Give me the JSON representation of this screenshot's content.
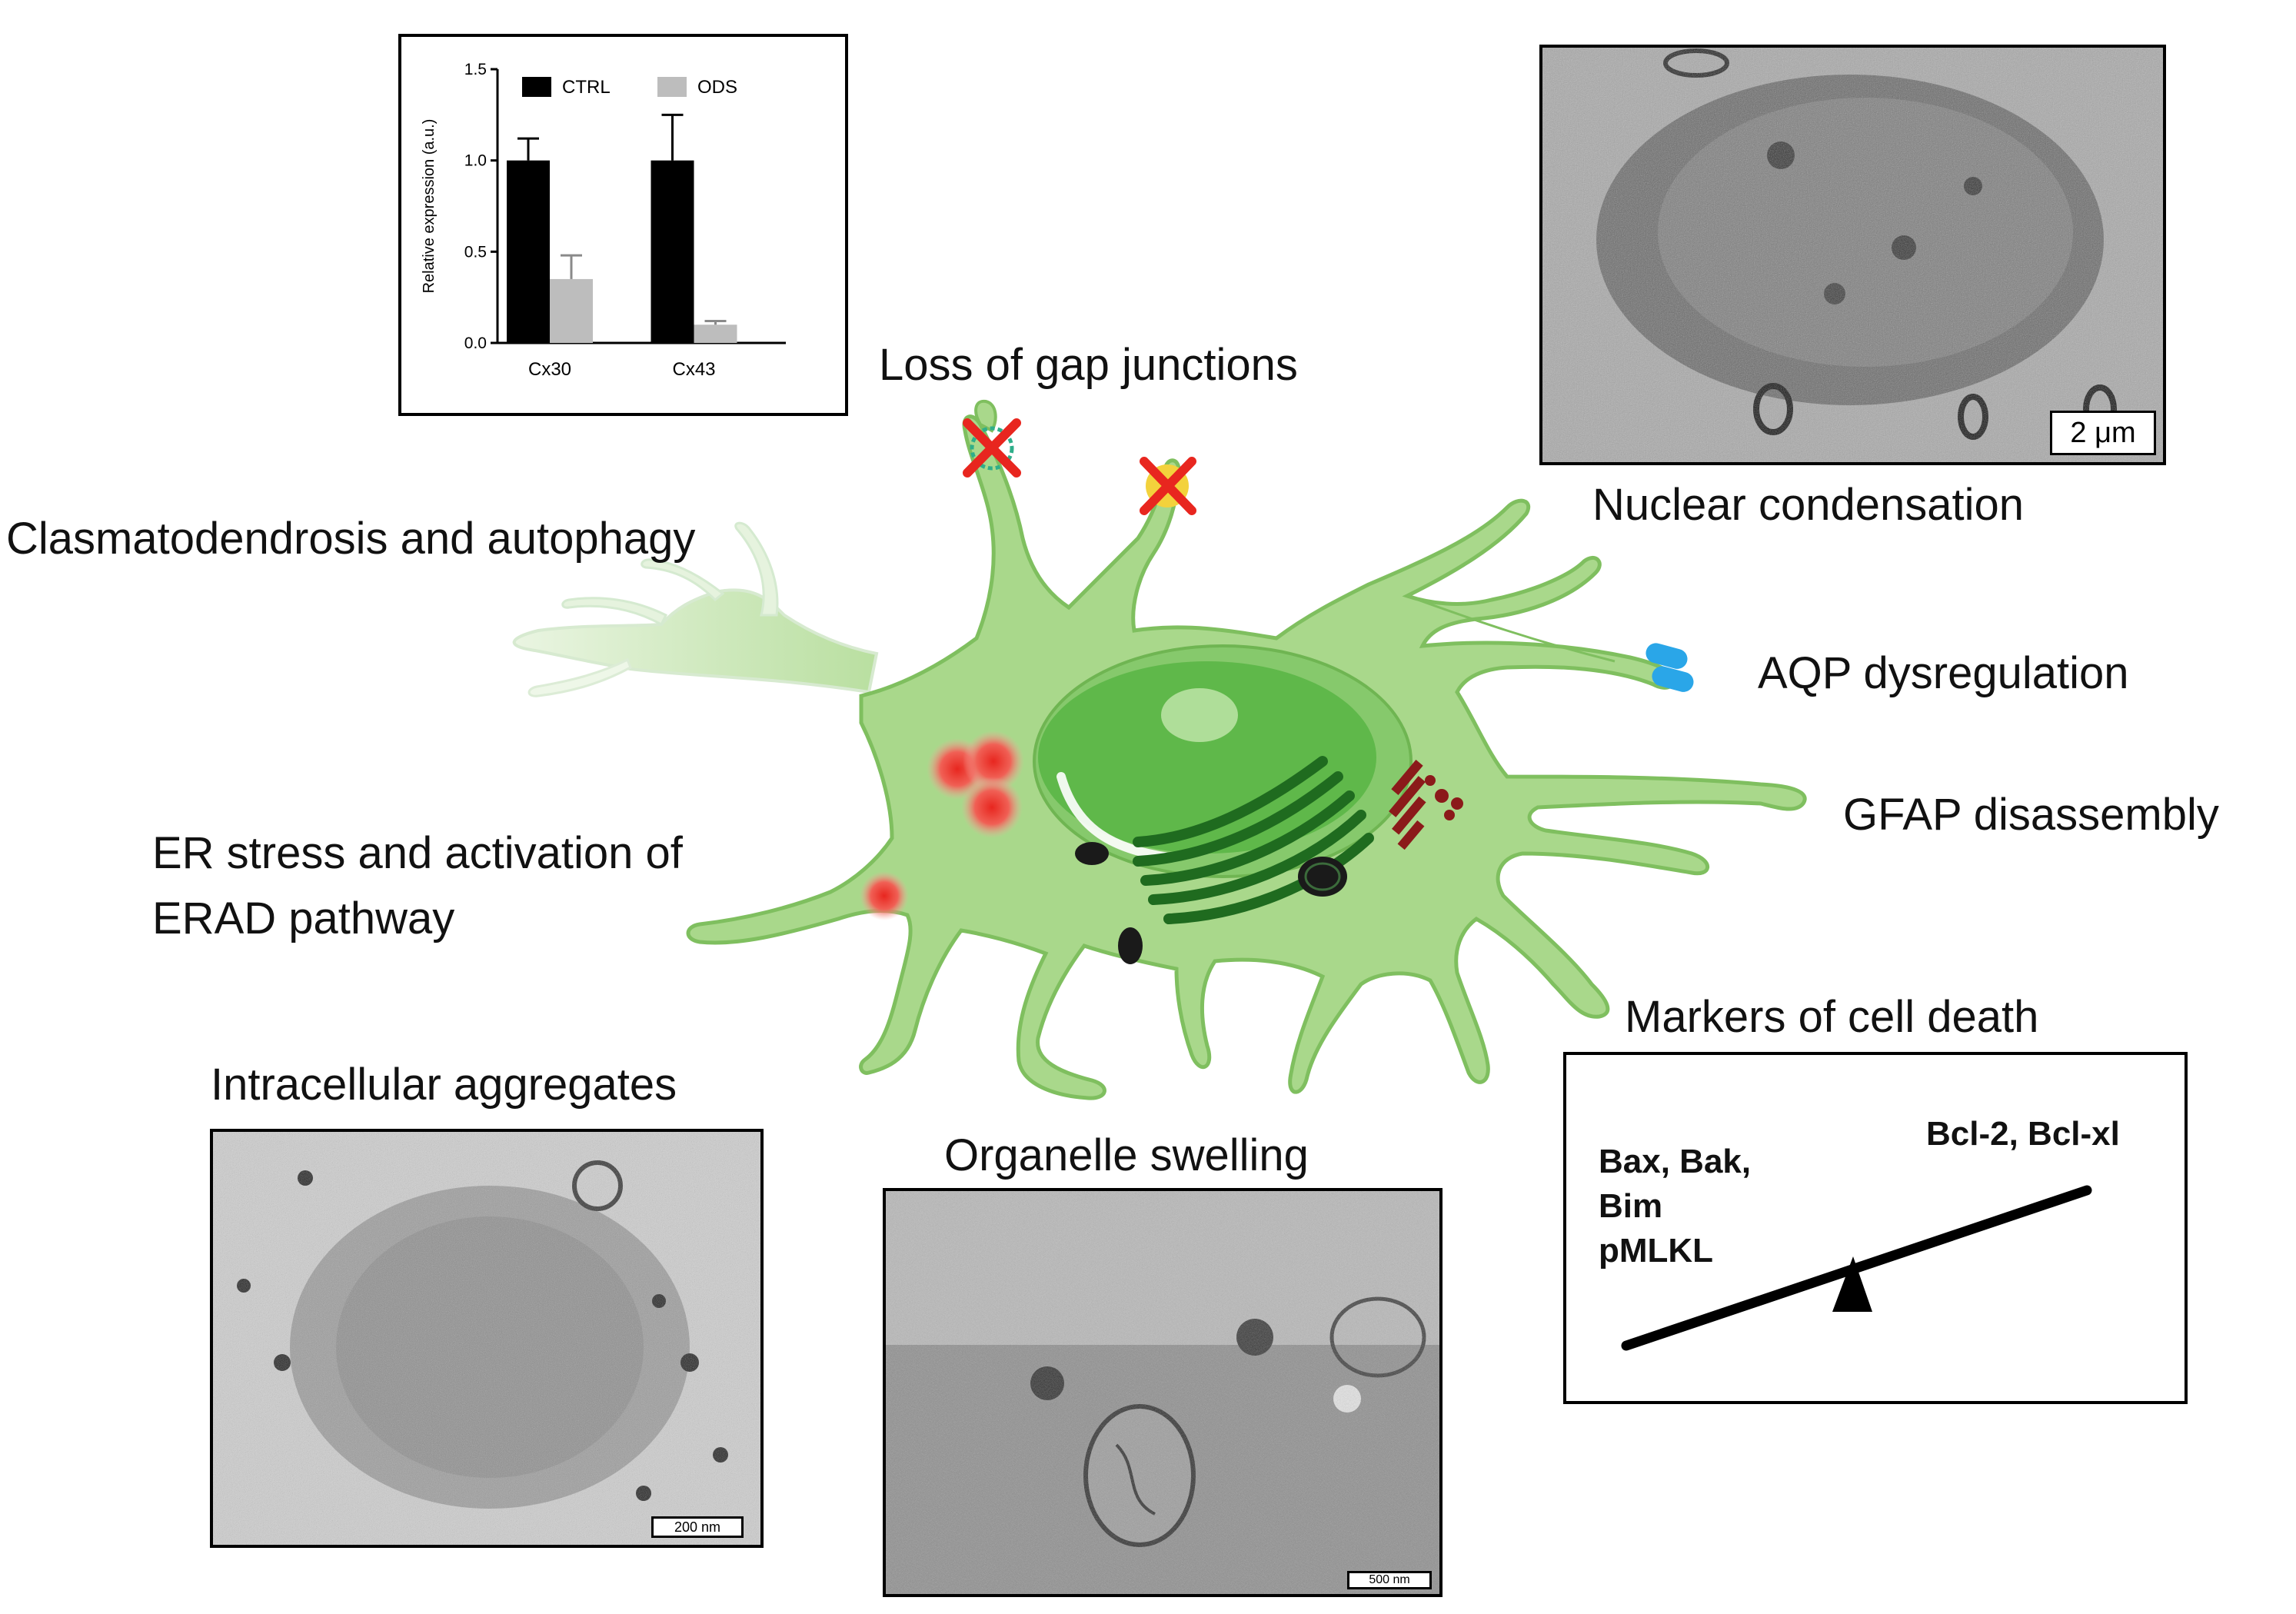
{
  "colors": {
    "cell_fill": "#a9d88b",
    "cell_stroke": "#7fbf5f",
    "nucleus": "#5fb84a",
    "golgi": "#1f6b1f",
    "er_red": "#e8261f",
    "mito_dark": "#1a1a1a",
    "gfap": "#8b1a1a",
    "aqp": "#2aa6e8",
    "bar_ctrl": "#000000",
    "bar_ods": "#bdbdbd"
  },
  "labels": {
    "gap_junctions": "Loss of gap junctions",
    "clasmatodendrosis": "Clasmatodendrosis and autophagy",
    "nuclear": "Nuclear condensation",
    "aqp": "AQP dysregulation",
    "gfap": "GFAP disassembly",
    "er_stress_line1": "ER stress and activation of",
    "er_stress_line2": "ERAD pathway",
    "markers": "Markers of cell death",
    "aggregates": "Intracellular aggregates",
    "swelling": "Organelle swelling"
  },
  "micrographs": {
    "nuclear_scale": "2 μm",
    "aggregates_scale": "200 nm",
    "swelling_scale": "500 nm"
  },
  "balance": {
    "left_lines": [
      "Bax, Bak,",
      "Bim",
      "pMLKL"
    ],
    "right_text": "Bcl-2, Bcl-xl"
  },
  "icons": {
    "gap_junction_x": "red-x-icon",
    "aqp_channel": "aquaporin-icon",
    "fulcrum": "triangle-fulcrum-icon"
  },
  "chart_data": {
    "type": "bar",
    "categories": [
      "Cx30",
      "Cx43"
    ],
    "series": [
      {
        "name": "CTRL",
        "values": [
          1.0,
          1.0
        ],
        "errors": [
          0.12,
          0.25
        ],
        "color": "#000000"
      },
      {
        "name": "ODS",
        "values": [
          0.35,
          0.1
        ],
        "errors": [
          0.13,
          0.02
        ],
        "color": "#bdbdbd"
      }
    ],
    "ylabel": "Relative expression (a.u.)",
    "xlabel": "",
    "ylim": [
      0,
      1.5
    ],
    "yticks": [
      "0.0",
      "0.5",
      "1.0",
      "1.5"
    ],
    "yticks_values": [
      0,
      0.5,
      1.0,
      1.5
    ],
    "legend_position": "top",
    "grid": false
  }
}
